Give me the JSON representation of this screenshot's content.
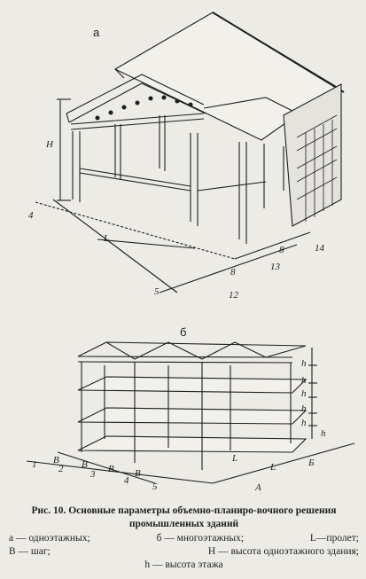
{
  "figure": {
    "label_a": "а",
    "label_b": "б"
  },
  "top_dims": {
    "H": "H",
    "L": "L",
    "n4": "4",
    "n5": "5",
    "n8a": "8",
    "n8b": "8",
    "n12": "12",
    "n13": "13",
    "n14": "14"
  },
  "bottom_dims": {
    "h1": "h",
    "h2": "h",
    "h3": "h",
    "h4": "h",
    "h5": "h",
    "h6": "h",
    "B1": "В",
    "B2": "В",
    "B3": "В",
    "B4": "В",
    "B5": "Б",
    "L1": "L",
    "L2": "L",
    "A": "А",
    "n1": "1",
    "n2": "2",
    "n3": "3",
    "n4": "4",
    "n5": "5"
  },
  "caption": {
    "title": "Рис. 10. Основные параметры объемно-планиро-вочного решения промышленных зданий"
  },
  "legend": {
    "line1_a": "а — одноэтажных;",
    "line1_b": "б — многоэтажных;",
    "line1_c": "L—пролет;",
    "line2_a": "В — шаг;",
    "line2_b": "Н — высота одноэтажного здания;",
    "line3": "h — высота этажа"
  }
}
